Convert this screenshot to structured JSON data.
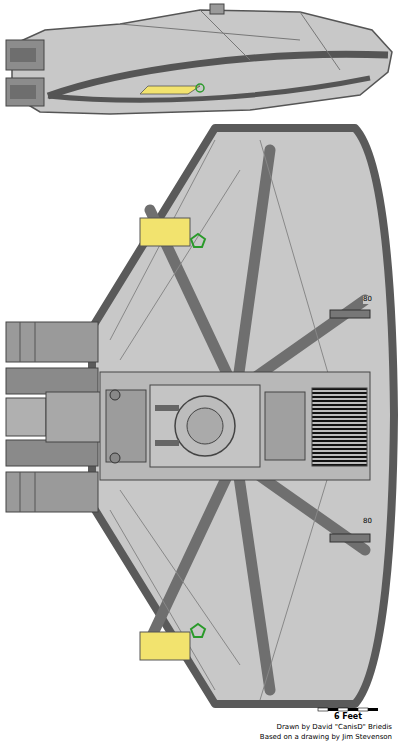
{
  "diagram": {
    "labels": [
      "80",
      "80",
      "6 Feet",
      "Drawn by David \"CanisD\" Briedis",
      "Based on a drawing by Jim Stevenson"
    ]
  }
}
